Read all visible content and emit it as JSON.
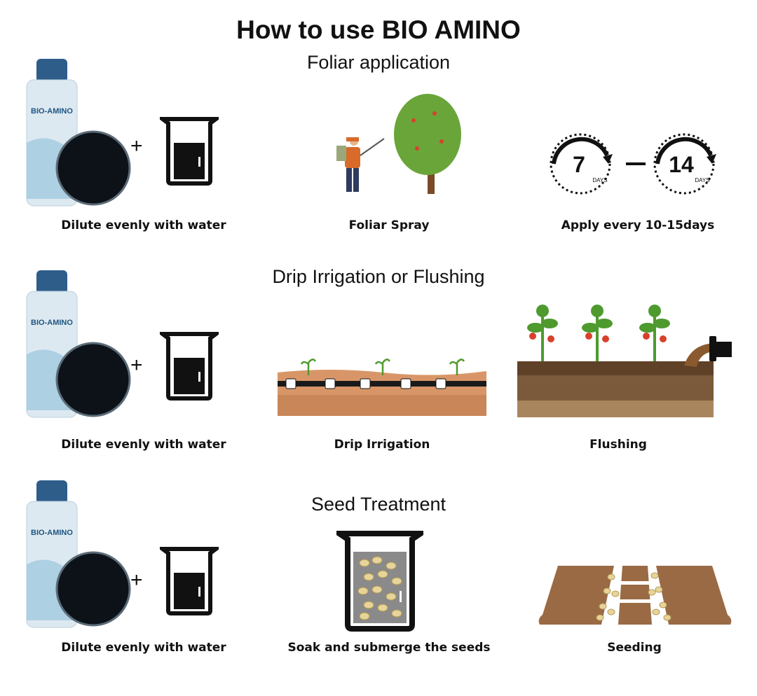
{
  "title": "How to use BIO AMINO",
  "sections": [
    {
      "heading": "Foliar application",
      "product": {
        "label": "BIO-AMINO",
        "operator": "+"
      },
      "steps": [
        {
          "caption": "Dilute evenly with water"
        },
        {
          "caption": "Foliar Spray"
        },
        {
          "caption": "Apply every 10-15days",
          "timer_start": "7",
          "timer_end": "14",
          "unit": "DAYS"
        }
      ]
    },
    {
      "heading": "Drip Irrigation or Flushing",
      "product": {
        "label": "BIO-AMINO",
        "operator": "+"
      },
      "steps": [
        {
          "caption": "Dilute evenly with water"
        },
        {
          "caption": "Drip Irrigation"
        },
        {
          "caption": "Flushing"
        }
      ]
    },
    {
      "heading": "Seed Treatment",
      "product": {
        "label": "BIO-AMINO",
        "operator": "+"
      },
      "steps": [
        {
          "caption": "Dilute evenly with water"
        },
        {
          "caption": "Soak and submerge the seeds"
        },
        {
          "caption": "Seeding"
        }
      ]
    }
  ],
  "colors": {
    "bottle_cap": "#2f5d8a",
    "bottle_body": "#d7e8f2",
    "powder": "#0c1218",
    "soil": "#c78e5f",
    "foliage": "#6aa53a",
    "text": "#111111"
  }
}
